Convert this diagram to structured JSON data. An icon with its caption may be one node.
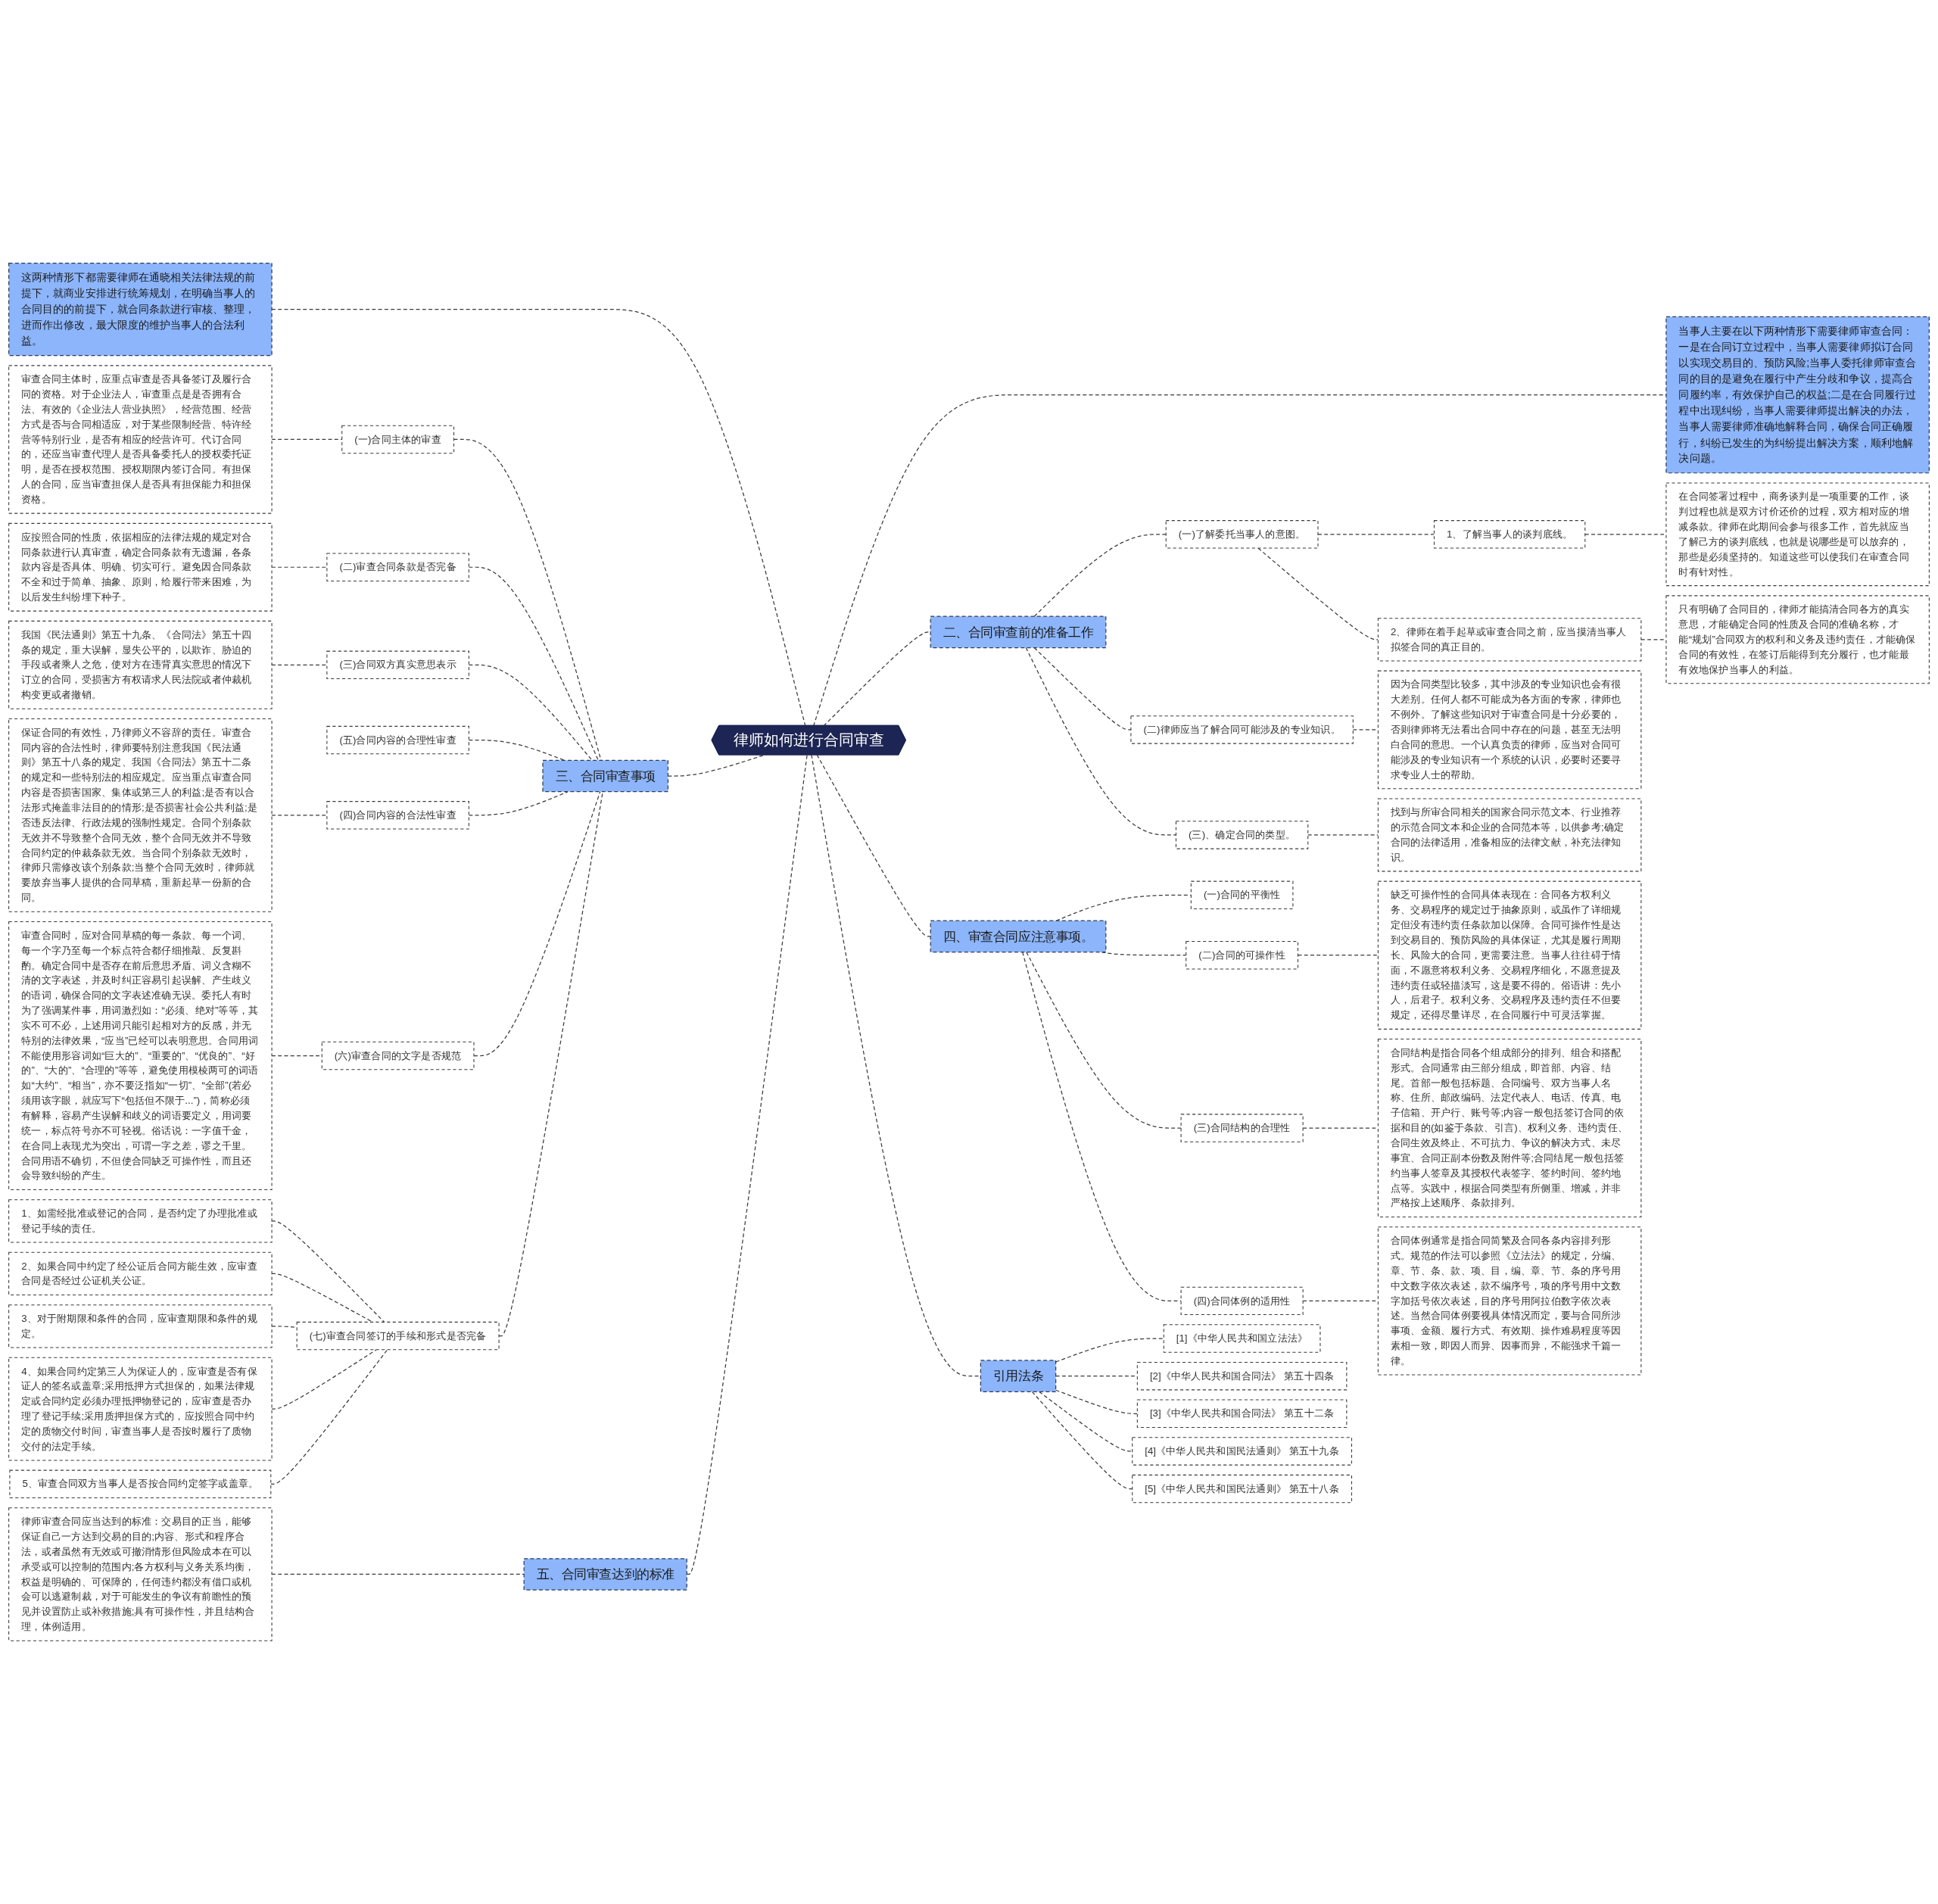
{
  "diagram": {
    "nodes": [
      {
        "text": [
          "律师如何进行合同审查"
        ]
      },
      {
        "text": [
          "当事人主要在以下两种情形下需要律师审查合同：一是在合同订立过程中，当事人需要律师拟订合同以实现交易目的、预防风险;当事人委托律师审查合同的目的是避免在履行中产生分歧和争议，提高合同履约率，有效保护自己的权益;二是在合同履行过程中出现纠纷，当事人需要律师提出解决的办法，当事人需要律师准确地解释合同，确保合同正确履行，纠纷已发生的为纠纷提出解决方案，顺利地解决问题。"
        ]
      },
      {
        "text": [
          "这两种情形下都需要律师在通晓相关法律法规的前提下，就商业安排进行统筹规划，在明确当事人的合同目的的前提下，就合同条款进行审核、整理，进而作出修改，最大限度的维护当事人的合法利益。"
        ]
      },
      {
        "text": [
          "二、合同审查前的准备工作"
        ]
      },
      {
        "text": [
          "(一)了解委托当事人的意图。"
        ]
      },
      {
        "text": [
          "1、了解当事人的谈判底线。"
        ]
      },
      {
        "text": [
          "在合同签署过程中，商务谈判是一项重要的工作，谈判过程也就是双方讨价还价的过程，双方相对应的增减条款。律师在此期间会参与很多工作，首先就应当了解己方的谈判底线，也就是说哪些是可以放弃的，那些是必须坚持的。知道这些可以使我们在审查合同时有针对性。"
        ]
      },
      {
        "text": [
          "2、律师在着手起草或审查合同之前，应当摸清当事人拟签合同的真正目的。"
        ]
      },
      {
        "text": [
          "只有明确了合同目的，律师才能搞清合同各方的真实意思，才能确定合同的性质及合同的准确名称，才能“规划”合同双方的权利和义务及违约责任，才能确保合同的有效性，在签订后能得到充分履行，也才能最有效地保护当事人的利益。"
        ]
      },
      {
        "text": [
          "(二)律师应当了解合同可能涉及的专业知识。"
        ]
      },
      {
        "text": [
          "因为合同类型比较多，其中涉及的专业知识也会有很大差别。任何人都不可能成为各方面的专家，律师也不例外。了解这些知识对于审查合同是十分必要的，否则律师将无法看出合同中存在的问题，甚至无法明白合同的意思。一个认真负责的律师，应当对合同可能涉及的专业知识有一个系统的认识，必要时还要寻求专业人士的帮助。"
        ]
      },
      {
        "text": [
          "(三)、确定合同的类型。"
        ]
      },
      {
        "text": [
          "找到与所审合同相关的国家合同示范文本、行业推荐的示范合同文本和企业的合同范本等，以供参考;确定合同的法律适用，准备相应的法律文献，补充法律知识。"
        ]
      },
      {
        "text": [
          "三、合同审查事项"
        ]
      },
      {
        "text": [
          "(一)合同主体的审查"
        ]
      },
      {
        "text": [
          "审查合同主体时，应重点审查是否具备签订及履行合同的资格。对于企业法人，审查重点是是否拥有合法、有效的《企业法人营业执照》，经营范围、经营方式是否与合同相适应，对于某些限制经营、特许经营等特别行业，是否有相应的经营许可。代订合同的，还应当审查代理人是否具备委托人的授权委托证明，是否在授权范围、授权期限内签订合同。有担保人的合同，应当审查担保人是否具有担保能力和担保资格。"
        ]
      },
      {
        "text": [
          "(二)审查合同条款是否完备"
        ]
      },
      {
        "text": [
          "应按照合同的性质，依据相应的法律法规的规定对合同条款进行认真审查，确定合同条款有无遗漏，各条款内容是否具体、明确、切实可行。避免因合同条款不全和过于简单、抽象、原则，给履行带来困难，为以后发生纠纷埋下种子。"
        ]
      },
      {
        "text": [
          "(三)合同双方真实意思表示"
        ]
      },
      {
        "text": [
          "我国《民法通则》第五十九条、《合同法》第五十四条的规定，重大误解，显失公平的，以欺诈、胁迫的手段或者乘人之危，使对方在违背真实意思的情况下订立的合同，受损害方有权请求人民法院或者仲裁机构变更或者撤销。"
        ]
      },
      {
        "text": [
          "(四)合同内容的合法性审查"
        ]
      },
      {
        "text": [
          "保证合同的有效性，乃律师义不容辞的责任。审查合同内容的合法性时，律师要特别注意我国《民法通则》第五十八条的规定、我国《合同法》第五十二条的规定和一些特别法的相应规定。应当重点审查合同内容是否损害国家、集体或第三人的利益;是否有以合法形式掩盖非法目的的情形;是否损害社会公共利益;是否违反法律、行政法规的强制性规定。合同个别条款无效并不导致整个合同无效，整个合同无效并不导致合同约定的仲裁条款无效。当合同个别条款无效时，律师只需修改该个别条款;当整个合同无效时，律师就要放弃当事人提供的合同草稿，重新起草一份新的合同。"
        ]
      },
      {
        "text": [
          "(五)合同内容的合理性审查"
        ]
      },
      {
        "text": [
          "(六)审查合同的文字是否规范"
        ]
      },
      {
        "text": [
          "审查合同时，应对合同草稿的每一条款、每一个词、每一个字乃至每一个标点符合都仔细推敲、反复斟酌。确定合同中是否存在前后意思矛盾、词义含糊不清的文字表述，并及时纠正容易引起误解、产生歧义的语词，确保合同的文字表述准确无误。委托人有时为了强调某件事，用词激烈如：“必须、绝对”等等，其实不可不必，上述用词只能引起相对方的反感，并无特别的法律效果，“应当”已经可以表明意思。合同用词不能使用形容词如“巨大的”、“重要的”、“优良的”、“好的”、“大的”、“合理的”等等，避免使用模棱两可的词语如“大约”、“相当”，亦不要泛指如“一切”、“全部”(若必须用该字眼，就应写下“包括但不限于...”)，简称必须有解释，容易产生误解和歧义的词语要定义，用词要统一，标点符号亦不可轻视。俗话说：一字值千金，在合同上表现尤为突出，可谓一字之差，谬之千里。合同用语不确切，不但使合同缺乏可操作性，而且还会导致纠纷的产生。"
        ]
      },
      {
        "text": [
          "(七)审查合同签订的手续和形式是否完备"
        ]
      },
      {
        "text": [
          "1、如需经批准或登记的合同，是否约定了办理批准或登记手续的责任。"
        ]
      },
      {
        "text": [
          "2、如果合同中约定了经公证后合同方能生效，应审查合同是否经过公证机关公证。"
        ]
      },
      {
        "text": [
          "3、对于附期限和条件的合同，应审查期限和条件的规定。"
        ]
      },
      {
        "text": [
          "4、如果合同约定第三人为保证人的，应审查是否有保证人的签名或盖章;采用抵押方式担保的，如果法律规定或合同约定必须办理抵押物登记的，应审查是否办理了登记手续;采用质押担保方式的，应按照合同中约定的质物交付时间，审查当事人是否按时履行了质物交付的法定手续。"
        ]
      },
      {
        "text": [
          "5、审查合同双方当事人是否按合同约定签字或盖章。"
        ]
      },
      {
        "text": [
          "四、审查合同应注意事项。"
        ]
      },
      {
        "text": [
          "(一)合同的平衡性"
        ]
      },
      {
        "text": [
          "(二)合同的可操作性"
        ]
      },
      {
        "text": [
          "缺乏可操作性的合同具体表现在：合同各方权利义务、交易程序的规定过于抽象原则，或虽作了详细规定但没有违约责任条款加以保障。合同可操作性是达到交易目的、预防风险的具体保证，尤其是履行周期长、风险大的合同，更需要注意。当事人往往碍于情面，不愿意将权利义务、交易程序细化，不愿意提及违约责任或轻描淡写，这是要不得的。俗语讲：先小人，后君子。权利义务、交易程序及违约责任不但要规定，还得尽量详尽，在合同履行中可灵活掌握。"
        ]
      },
      {
        "text": [
          "(三)合同结构的合理性"
        ]
      },
      {
        "text": [
          "合同结构是指合同各个组成部分的排列、组合和搭配形式。合同通常由三部分组成，即首部、内容、结尾。首部一般包括标题、合同编号、双方当事人名称、住所、邮政编码、法定代表人、电话、传真、电子信箱、开户行、账号等;内容一般包括签订合同的依据和目的(如鉴于条款、引言)、权利义务、违约责任、合同生效及终止、不可抗力、争议的解决方式、未尽事宜、合同正副本份数及附件等;合同结尾一般包括签约当事人签章及其授权代表签字、签约时间、签约地点等。实践中，根据合同类型有所侧重、增减，并非严格按上述顺序、条款排列。"
        ]
      },
      {
        "text": [
          "(四)合同体例的适用性"
        ]
      },
      {
        "text": [
          "合同体例通常是指合同简繁及合同各条内容排列形式。规范的作法可以参照《立法法》的规定，分编、章、节、条、款、项、目，编、章、节、条的序号用中文数字依次表述，款不编序号，项的序号用中文数字加括号依次表述，目的序号用阿拉伯数字依次表述。当然合同体例要视具体情况而定，要与合同所涉事项、金额、履行方式、有效期、操作难易程度等因素相一致，即因人而异、因事而异，不能强求千篇一律。"
        ]
      },
      {
        "text": [
          "五、合同审查达到的标准"
        ]
      },
      {
        "text": [
          "律师审查合同应当达到的标准：交易目的正当，能够保证自己一方达到交易的目的;内容、形式和程序合法，或者虽然有无效或可撤消情形但风险成本在可以承受或可以控制的范围内;各方权利与义务关系均衡，权益是明确的、可保障的，任何违约都没有借口或机会可以逃避制裁，对于可能发生的争议有前瞻性的预见并设置防止或补救措施;具有可操作性，并且结构合理，体例适用。"
        ]
      },
      {
        "text": [
          "引用法条"
        ]
      },
      {
        "text": [
          "[1]《中华人民共和国立法法》"
        ]
      },
      {
        "text": [
          "[2]《中华人民共和国合同法》 第五十四条"
        ]
      },
      {
        "text": [
          "[3]《中华人民共和国合同法》 第五十二条"
        ]
      },
      {
        "text": [
          "[4]《中华人民共和国民法通则》 第五十九条"
        ]
      },
      {
        "text": [
          "[5]《中华人民共和国民法通则》 第五十八条"
        ]
      }
    ],
    "edges": [
      {
        "from": 0,
        "to": 1,
        "arrow": "none",
        "style": "dashed"
      },
      {
        "from": 2,
        "to": 0,
        "arrow": "none",
        "style": "dashed"
      },
      {
        "from": 0,
        "to": 3,
        "arrow": "none",
        "style": "dashed"
      },
      {
        "from": 3,
        "to": 4,
        "arrow": "none",
        "style": "dashed"
      },
      {
        "from": 4,
        "to": 5,
        "arrow": "none",
        "style": "dashed"
      },
      {
        "from": 5,
        "to": 6,
        "arrow": "none",
        "style": "dashed"
      },
      {
        "from": 4,
        "to": 7,
        "arrow": "none",
        "style": "dashed"
      },
      {
        "from": 7,
        "to": 8,
        "arrow": "none",
        "style": "dashed"
      },
      {
        "from": 3,
        "to": 9,
        "arrow": "none",
        "style": "dashed"
      },
      {
        "from": 9,
        "to": 10,
        "arrow": "none",
        "style": "dashed"
      },
      {
        "from": 3,
        "to": 11,
        "arrow": "none",
        "style": "dashed"
      },
      {
        "from": 11,
        "to": 12,
        "arrow": "none",
        "style": "dashed"
      },
      {
        "from": 13,
        "to": 0,
        "arrow": "none",
        "style": "dashed"
      },
      {
        "from": 14,
        "to": 13,
        "arrow": "none",
        "style": "dashed"
      },
      {
        "from": 15,
        "to": 14,
        "arrow": "none",
        "style": "dashed"
      },
      {
        "from": 16,
        "to": 13,
        "arrow": "none",
        "style": "dashed"
      },
      {
        "from": 17,
        "to": 16,
        "arrow": "none",
        "style": "dashed"
      },
      {
        "from": 18,
        "to": 13,
        "arrow": "none",
        "style": "dashed"
      },
      {
        "from": 19,
        "to": 18,
        "arrow": "none",
        "style": "dashed"
      },
      {
        "from": 20,
        "to": 13,
        "arrow": "none",
        "style": "dashed"
      },
      {
        "from": 21,
        "to": 20,
        "arrow": "none",
        "style": "dashed"
      },
      {
        "from": 22,
        "to": 13,
        "arrow": "none",
        "style": "dashed"
      },
      {
        "from": 23,
        "to": 13,
        "arrow": "none",
        "style": "dashed"
      },
      {
        "from": 24,
        "to": 23,
        "arrow": "none",
        "style": "dashed"
      },
      {
        "from": 25,
        "to": 13,
        "arrow": "none",
        "style": "dashed"
      },
      {
        "from": 26,
        "to": 25,
        "arrow": "none",
        "style": "dashed"
      },
      {
        "from": 27,
        "to": 25,
        "arrow": "none",
        "style": "dashed"
      },
      {
        "from": 28,
        "to": 25,
        "arrow": "none",
        "style": "dashed"
      },
      {
        "from": 29,
        "to": 25,
        "arrow": "none",
        "style": "dashed"
      },
      {
        "from": 30,
        "to": 25,
        "arrow": "none",
        "style": "dashed"
      },
      {
        "from": 0,
        "to": 31,
        "arrow": "none",
        "style": "dashed"
      },
      {
        "from": 31,
        "to": 32,
        "arrow": "none",
        "style": "dashed"
      },
      {
        "from": 31,
        "to": 33,
        "arrow": "none",
        "style": "dashed"
      },
      {
        "from": 33,
        "to": 34,
        "arrow": "none",
        "style": "dashed"
      },
      {
        "from": 31,
        "to": 35,
        "arrow": "none",
        "style": "dashed"
      },
      {
        "from": 35,
        "to": 36,
        "arrow": "none",
        "style": "dashed"
      },
      {
        "from": 31,
        "to": 37,
        "arrow": "none",
        "style": "dashed"
      },
      {
        "from": 37,
        "to": 38,
        "arrow": "none",
        "style": "dashed"
      },
      {
        "from": 39,
        "to": 0,
        "arrow": "none",
        "style": "dashed"
      },
      {
        "from": 40,
        "to": 39,
        "arrow": "none",
        "style": "dashed"
      },
      {
        "from": 0,
        "to": 41,
        "arrow": "none",
        "style": "dashed"
      },
      {
        "from": 41,
        "to": 42,
        "arrow": "none",
        "style": "dashed"
      },
      {
        "from": 41,
        "to": 43,
        "arrow": "none",
        "style": "dashed"
      },
      {
        "from": 41,
        "to": 44,
        "arrow": "none",
        "style": "dashed"
      },
      {
        "from": 41,
        "to": 45,
        "arrow": "none",
        "style": "dashed"
      },
      {
        "from": 41,
        "to": 46,
        "arrow": "none",
        "style": "dashed"
      }
    ]
  }
}
